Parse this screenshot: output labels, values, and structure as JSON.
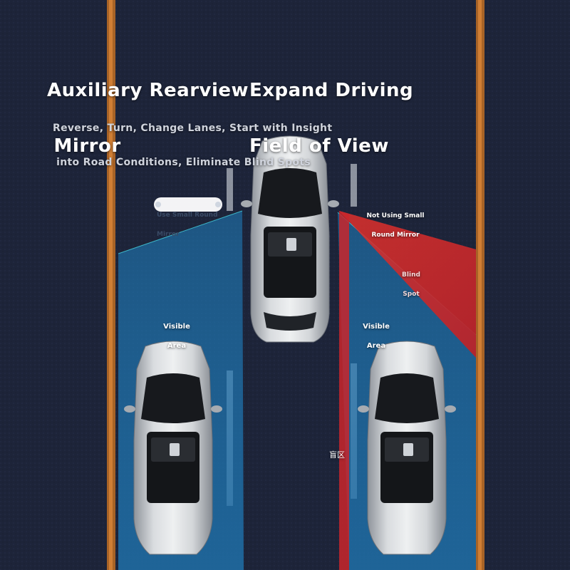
{
  "headline": {
    "left_line1": "Auxiliary Rearview",
    "left_line2": " Mirror",
    "right_line1": "Expand Driving",
    "right_line2": "Field of View"
  },
  "subtitle": {
    "line1": "Reverse, Turn, Change Lanes, Start with Insight",
    "line2": " into Road Conditions, Eliminate Blind Spots"
  },
  "labels": {
    "use_small_mirror_line1": "Use Small Round",
    "use_small_mirror_line2": "Mirror",
    "not_using_line1": "Not Using Small",
    "not_using_line2": "Round Mirror",
    "blind_spot_line1": "Blind",
    "blind_spot_line2": "Spot",
    "visible_area_line1": "Visible",
    "visible_area_line2": "Area",
    "mangqu": "盲区"
  },
  "colors": {
    "road": "#1c2338",
    "lane_line_orange": "#c9772a",
    "visible_area": "#1f78b4",
    "blind_spot": "#d8312c",
    "car_body": "#b9bdc3",
    "car_glass": "#16181c"
  }
}
